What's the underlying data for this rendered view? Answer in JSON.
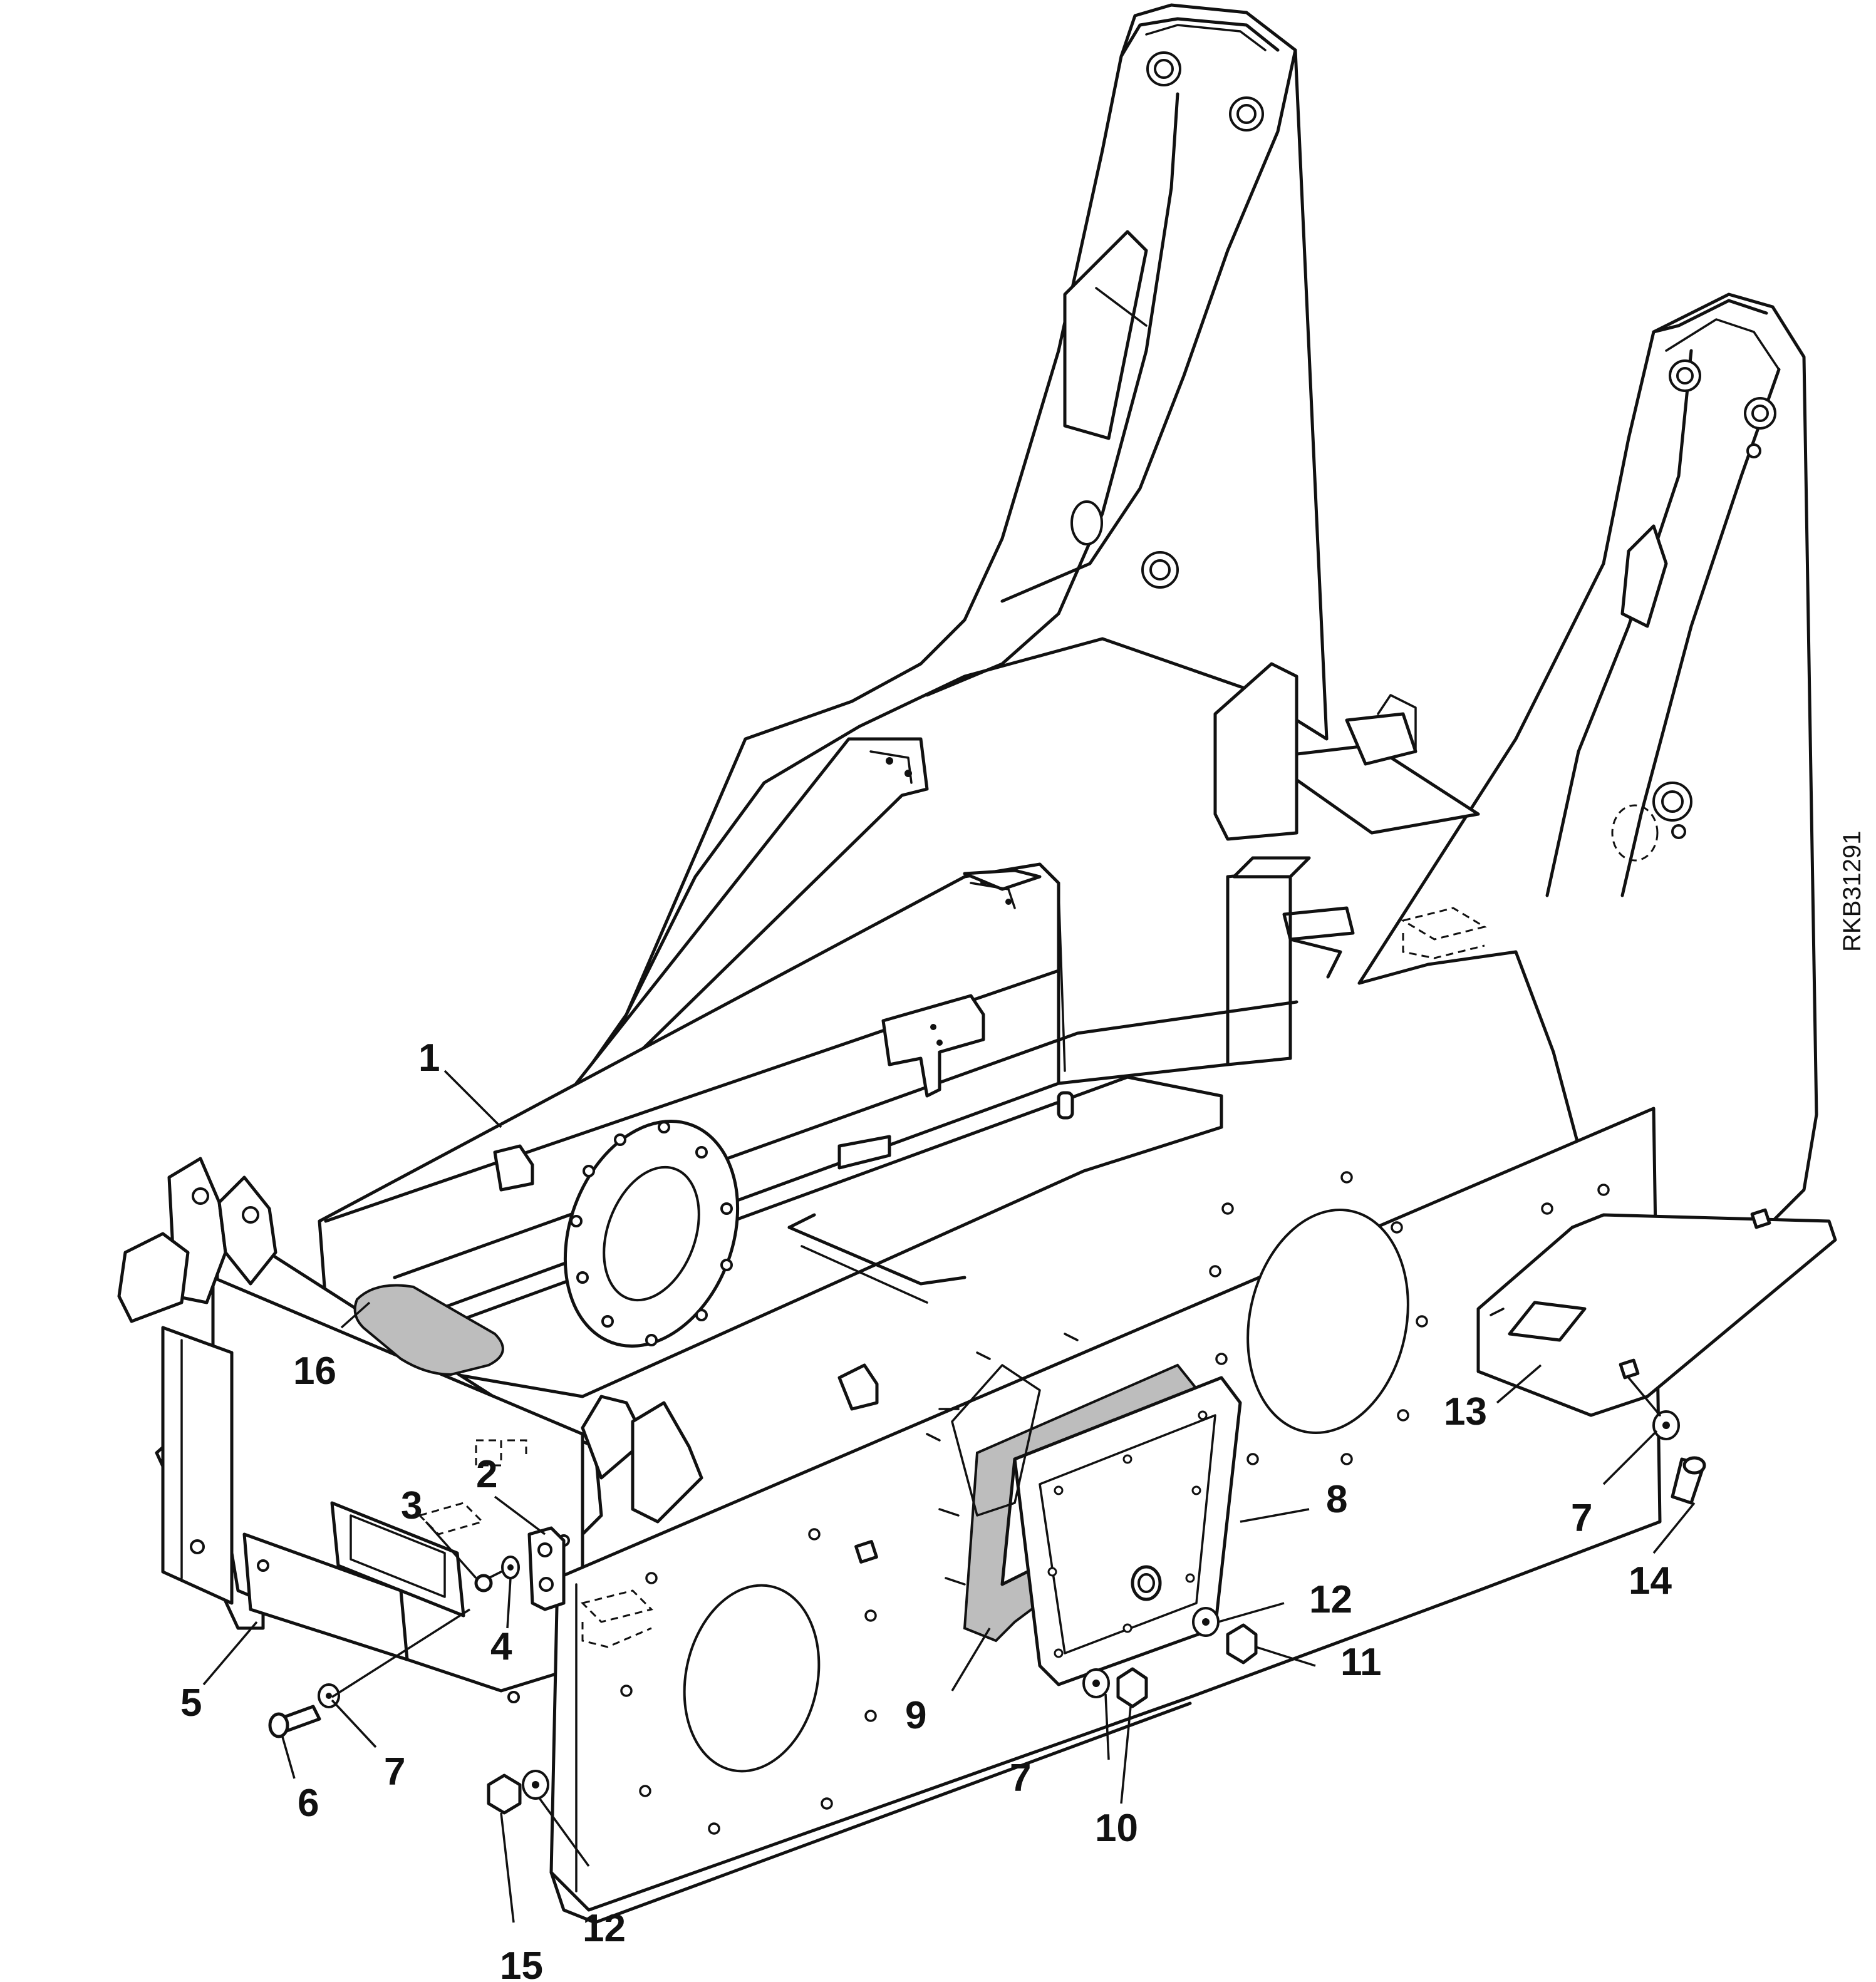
{
  "reference_code": "RKB31291",
  "callouts": [
    {
      "label": "1"
    },
    {
      "label": "2"
    },
    {
      "label": "3"
    },
    {
      "label": "4"
    },
    {
      "label": "5"
    },
    {
      "label": "6"
    },
    {
      "label": "7"
    },
    {
      "label": "7"
    },
    {
      "label": "7"
    },
    {
      "label": "8"
    },
    {
      "label": "9"
    },
    {
      "label": "10"
    },
    {
      "label": "11"
    },
    {
      "label": "12"
    },
    {
      "label": "12"
    },
    {
      "label": "13"
    },
    {
      "label": "14"
    },
    {
      "label": "15"
    },
    {
      "label": "16"
    }
  ]
}
